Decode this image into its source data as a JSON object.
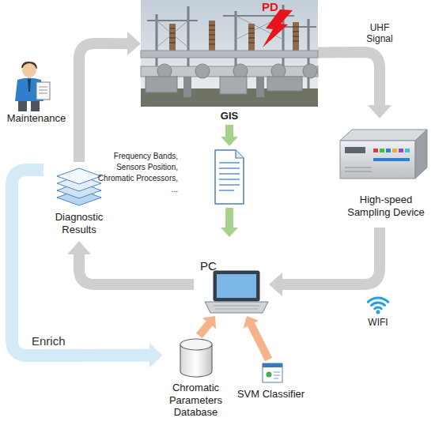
{
  "diagram": {
    "nodes": [
      {
        "text": [
          "GIS"
        ]
      },
      {
        "text": [
          "Maintenance"
        ]
      },
      {
        "text": [
          "High-speed Sampling Device"
        ]
      },
      {
        "text": [
          "Frequency Bands, Sensors Position, Chromatic Processors, ..."
        ]
      },
      {
        "text": [
          "Diagnostic Results"
        ]
      },
      {
        "text": [
          "PC"
        ]
      },
      {
        "text": [
          "Chromatic Parameters Database"
        ]
      },
      {
        "text": [
          "SVM Classifier"
        ]
      }
    ],
    "edges": [
      {
        "from": 0,
        "to": 2,
        "arrow": "to",
        "label": "UHF Signal"
      },
      {
        "from": 2,
        "to": 5,
        "arrow": "to"
      },
      {
        "from": 0,
        "to": 3,
        "arrow": "to"
      },
      {
        "from": 3,
        "to": 5,
        "arrow": "to"
      },
      {
        "from": 5,
        "to": 4,
        "arrow": "to"
      },
      {
        "from": 4,
        "to": 0,
        "arrow": "to"
      },
      {
        "from": 4,
        "to": 6,
        "arrow": "to",
        "label": "Enrich"
      },
      {
        "from": 6,
        "to": 5,
        "arrow": "to"
      },
      {
        "from": 7,
        "to": 5,
        "arrow": "to"
      }
    ],
    "labels": [
      "PD",
      "WIFI"
    ]
  }
}
